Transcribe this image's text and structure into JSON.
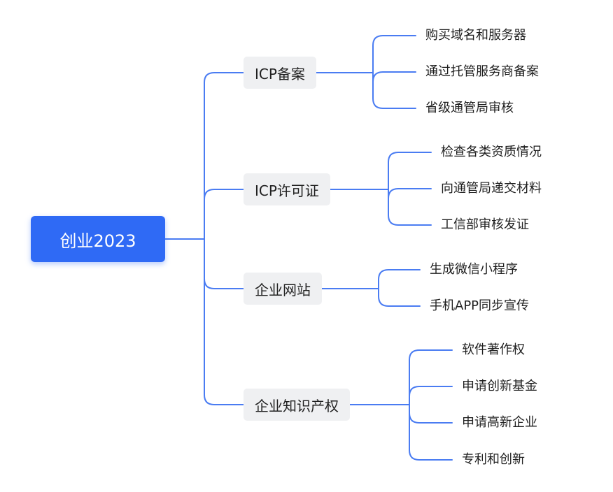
{
  "root": {
    "label": "创业2023"
  },
  "branches": [
    {
      "label": "ICP备案",
      "children": [
        "购买域名和服务器",
        "通过托管服务商备案",
        "省级通管局审核"
      ]
    },
    {
      "label": "ICP许可证",
      "children": [
        "检查各类资质情况",
        "向通管局递交材料",
        "工信部审核发证"
      ]
    },
    {
      "label": "企业网站",
      "children": [
        "生成微信小程序",
        "手机APP同步宣传"
      ]
    },
    {
      "label": "企业知识产权",
      "children": [
        "软件著作权",
        "申请创新基金",
        "申请高新企业",
        "专利和创新"
      ]
    }
  ],
  "colors": {
    "connector": "#4a7cf2",
    "root_fill": "#2f6af5",
    "branch_fill": "#eff0f2"
  }
}
